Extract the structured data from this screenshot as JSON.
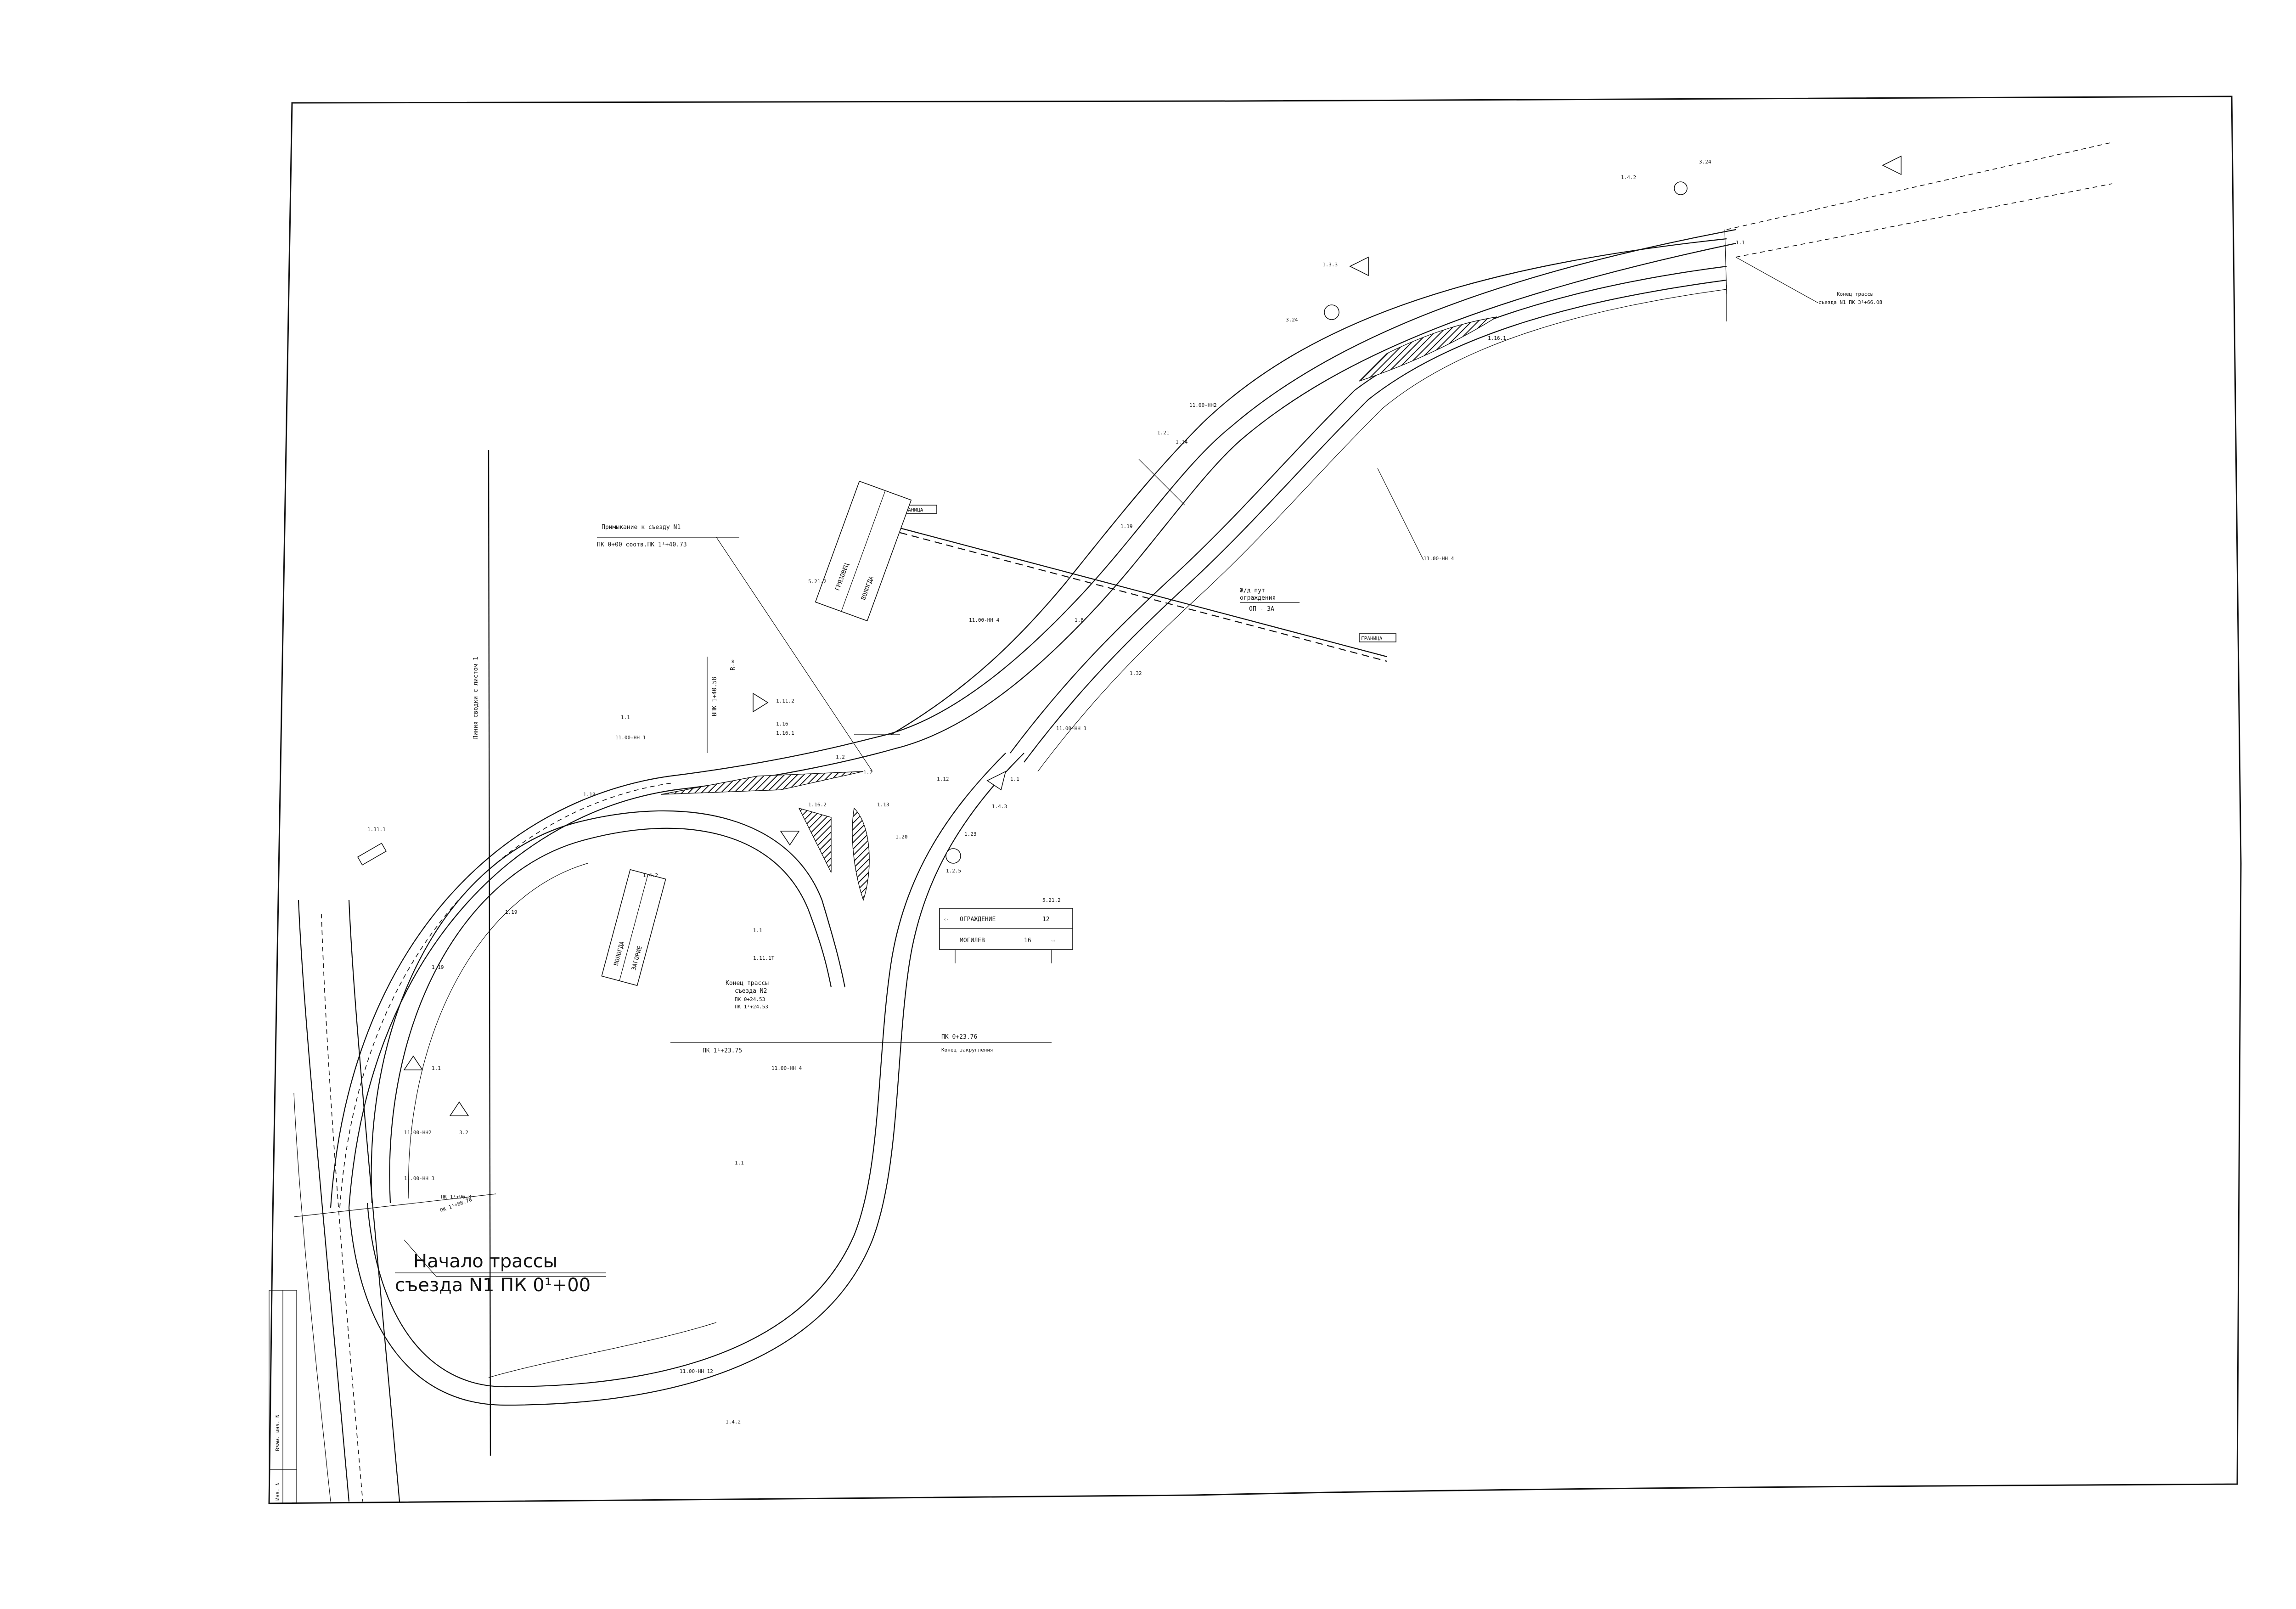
{
  "title_block": {
    "start_line1": "Начало трассы",
    "start_line2": "съезда N1 ПК 0¹+00"
  },
  "labels": {
    "junction_line1": "Примыкание к съезду N1",
    "junction_line2": "ПК 0+00 соотв.ПК 1¹+40.73",
    "link_line": "Линия сводки с листом 1",
    "vpk": "ВПК 1+40.58",
    "radius": "R-∞",
    "end_route1": "Конец трассы",
    "end_route2": "съезда N2",
    "end_route3": "ПК 0+24.53",
    "end_route4": "ПК 1¹+24.53",
    "pk_right": "ПК 0+23.76",
    "pk_right_sub": "Конец закругления",
    "pk_left": "ПК 1¹+23.75",
    "end_exit1": "Конец трассы",
    "end_exit2": "съезда N1 ПК 3¹+66.08",
    "rail_label1": "Ж/д пут",
    "rail_label2": "ограждения",
    "rail_label3": "ОП - 3А",
    "pk_start_curve": "ПК 1¹+88.78",
    "pk_vert": "ПК 1¹+96.3",
    "cross_tag": "ГРАНИЦА"
  },
  "markings": [
    "11.00-НН 1",
    "11.00-НН2",
    "11.00-НН 4",
    "11.00-НН 3",
    "11.00-НН 12",
    "1.1",
    "1.18",
    "1.16.1",
    "1.16.2",
    "1.13",
    "1.20",
    "1.7",
    "1.12",
    "1.8",
    "1.19",
    "1.14",
    "1.21",
    "1.11.1Т",
    "1.16",
    "1.2"
  ],
  "signs": {
    "s521_top": "5.21.2",
    "s521_bottom": "5.21.2",
    "board_top_line1": "ГРЯЗОВЕЦ",
    "board_top_line2": "ВОЛОГДА",
    "board_bottom_row1": "ОГРАЖДЕНИЕ",
    "board_bottom_row1_num": "12",
    "board_bottom_row2": "МОГИЛЕВ",
    "board_bottom_row2_num": "16",
    "board_left_line1": "ВОЛОГДА",
    "board_left_line2": "ЗАГОРИЕ",
    "sign_1112": "1.11.2",
    "sign_142": "1.4.2",
    "sign_143": "1.4.3",
    "sign_11": "1.1",
    "sign_123": "1.23",
    "sign_133": "1.3.3",
    "sign_124": "3.24",
    "sign_132": "1.32",
    "sign_125": "1.2.5",
    "sign_331": "1.31.1",
    "sign_32": "3.2",
    "sign_top_142": "1.4.2",
    "sign_top_324": "3.24",
    "sign_bottom_142": "1.4.2"
  },
  "stamps": {
    "stamp1": "Инв. N",
    "stamp2": "Взам. инв. N"
  },
  "colors": {
    "ink": "#111111",
    "paper": "#ffffff"
  }
}
